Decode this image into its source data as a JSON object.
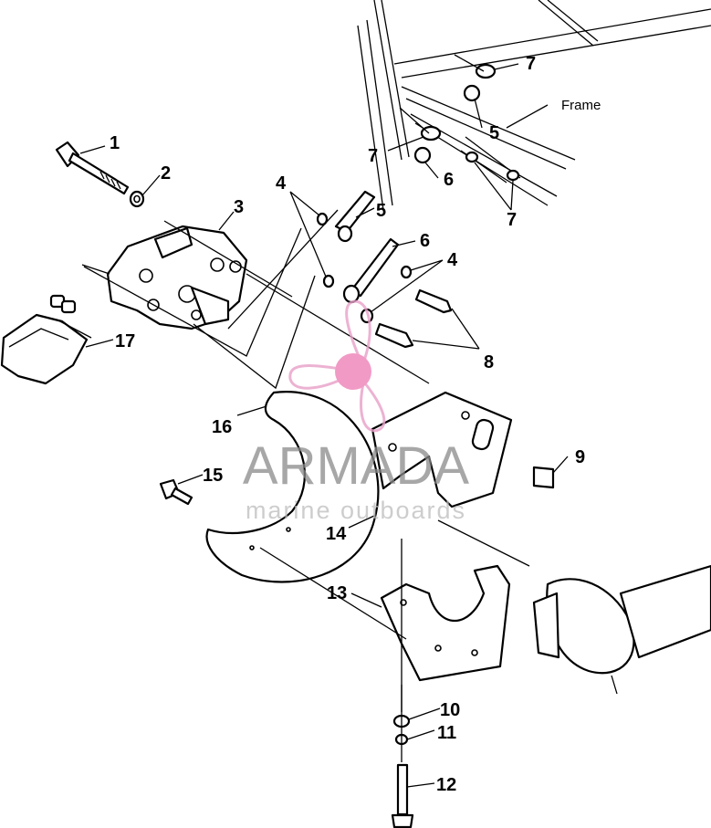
{
  "diagram": {
    "frame_label": "Frame",
    "callouts": [
      "1",
      "2",
      "3",
      "4",
      "5",
      "6",
      "7",
      "8",
      "9",
      "10",
      "11",
      "12",
      "13",
      "14",
      "15",
      "16",
      "17"
    ],
    "callout_instances": [
      {
        "id": "1"
      },
      {
        "id": "2"
      },
      {
        "id": "3"
      },
      {
        "id": "4"
      },
      {
        "id": "5"
      },
      {
        "id": "6"
      },
      {
        "id": "7"
      },
      {
        "id": "7"
      },
      {
        "id": "5"
      },
      {
        "id": "6"
      },
      {
        "id": "7"
      },
      {
        "id": "4"
      },
      {
        "id": "8"
      },
      {
        "id": "9"
      },
      {
        "id": "10"
      },
      {
        "id": "11"
      },
      {
        "id": "12"
      },
      {
        "id": "13"
      },
      {
        "id": "14"
      },
      {
        "id": "15"
      },
      {
        "id": "16"
      },
      {
        "id": "17"
      }
    ]
  },
  "watermark": {
    "brand": "ARMADA",
    "tagline": "marine outboards",
    "colors": {
      "propeller": "#e8a0c8",
      "propeller_hub": "#ee82b8",
      "text": "#8a8a8a",
      "tagline": "#bdbdbd"
    }
  },
  "colors": {
    "ink": "#000000",
    "paper": "#ffffff"
  }
}
